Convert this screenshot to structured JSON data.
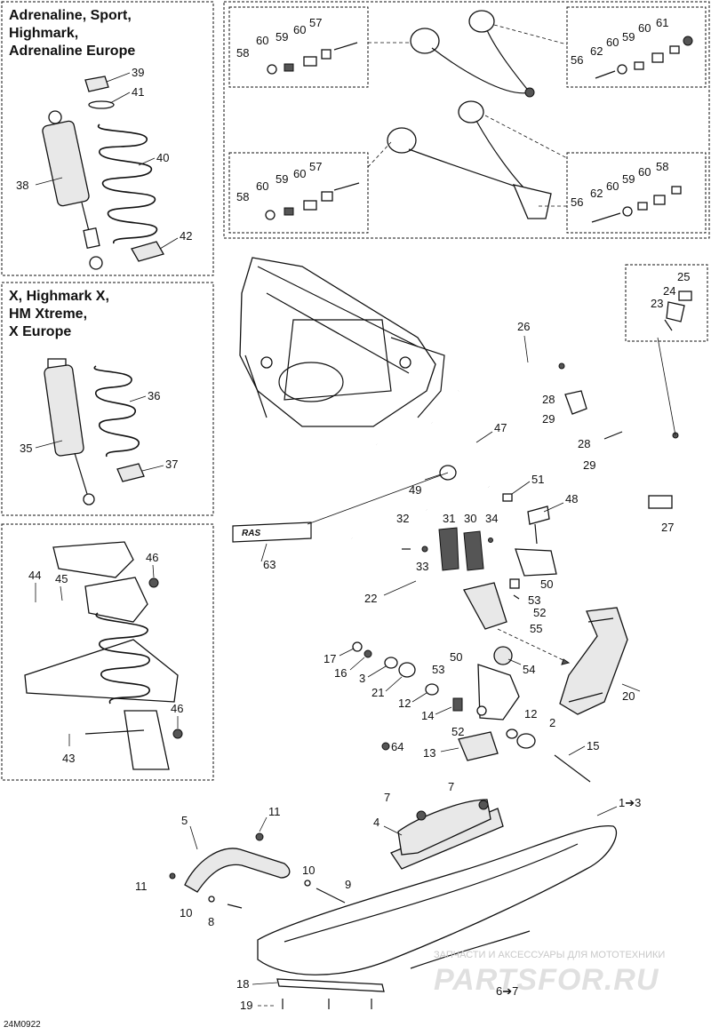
{
  "headers": {
    "shock_kit_a": "Adrenaline, Sport,\nHighmark,\nAdrenaline Europe",
    "shock_kit_b": "X, Highmark X,\nHM Xtreme,\nX Europe"
  },
  "diagram_code": "24M0922",
  "watermark": {
    "text": "ЗАПЧАСТИ И АКСЕССУАРЫ ДЛЯ МОТОТЕХНИКИ",
    "logo": "PARTSFOR.RU"
  },
  "callouts": {
    "c1": "1➔3",
    "c2": "2",
    "c3": "3",
    "c4": "4",
    "c5": "5",
    "c67": "6➔7",
    "c7a": "7",
    "c7b": "7",
    "c8": "8",
    "c9": "9",
    "c10a": "10",
    "c10b": "10",
    "c11a": "11",
    "c11b": "11",
    "c12a": "12",
    "c12b": "12",
    "c13": "13",
    "c14": "14",
    "c15": "15",
    "c16": "16",
    "c17": "17",
    "c18": "18",
    "c19": "19",
    "c20": "20",
    "c21": "21",
    "c22": "22",
    "c23": "23",
    "c24": "24",
    "c25": "25",
    "c26": "26",
    "c27": "27",
    "c28a": "28",
    "c28b": "28",
    "c29a": "29",
    "c29b": "29",
    "c30": "30",
    "c31": "31",
    "c32": "32",
    "c33": "33",
    "c34": "34",
    "c35": "35",
    "c36": "36",
    "c37": "37",
    "c38": "38",
    "c39": "39",
    "c40": "40",
    "c41": "41",
    "c42": "42",
    "c43": "43",
    "c44": "44",
    "c45": "45",
    "c46a": "46",
    "c46b": "46",
    "c47": "47",
    "c48": "48",
    "c49": "49",
    "c50a": "50",
    "c50b": "50",
    "c51": "51",
    "c52a": "52",
    "c52b": "52",
    "c53a": "53",
    "c53b": "53",
    "c54": "54",
    "c55": "55",
    "c63": "63",
    "c64": "64",
    "tl58": "58",
    "tl60a": "60",
    "tl59": "59",
    "tl60b": "60",
    "tl57": "57",
    "tr56": "56",
    "tr62": "62",
    "tr60a": "60",
    "tr59": "59",
    "tr60b": "60",
    "tr61": "61",
    "bl58": "58",
    "bl60a": "60",
    "bl59": "59",
    "bl60b": "60",
    "bl57": "57",
    "br56": "56",
    "br62": "62",
    "br60a": "60",
    "br59": "59",
    "br60b": "60",
    "br58": "58"
  },
  "badge_text": "RAS"
}
